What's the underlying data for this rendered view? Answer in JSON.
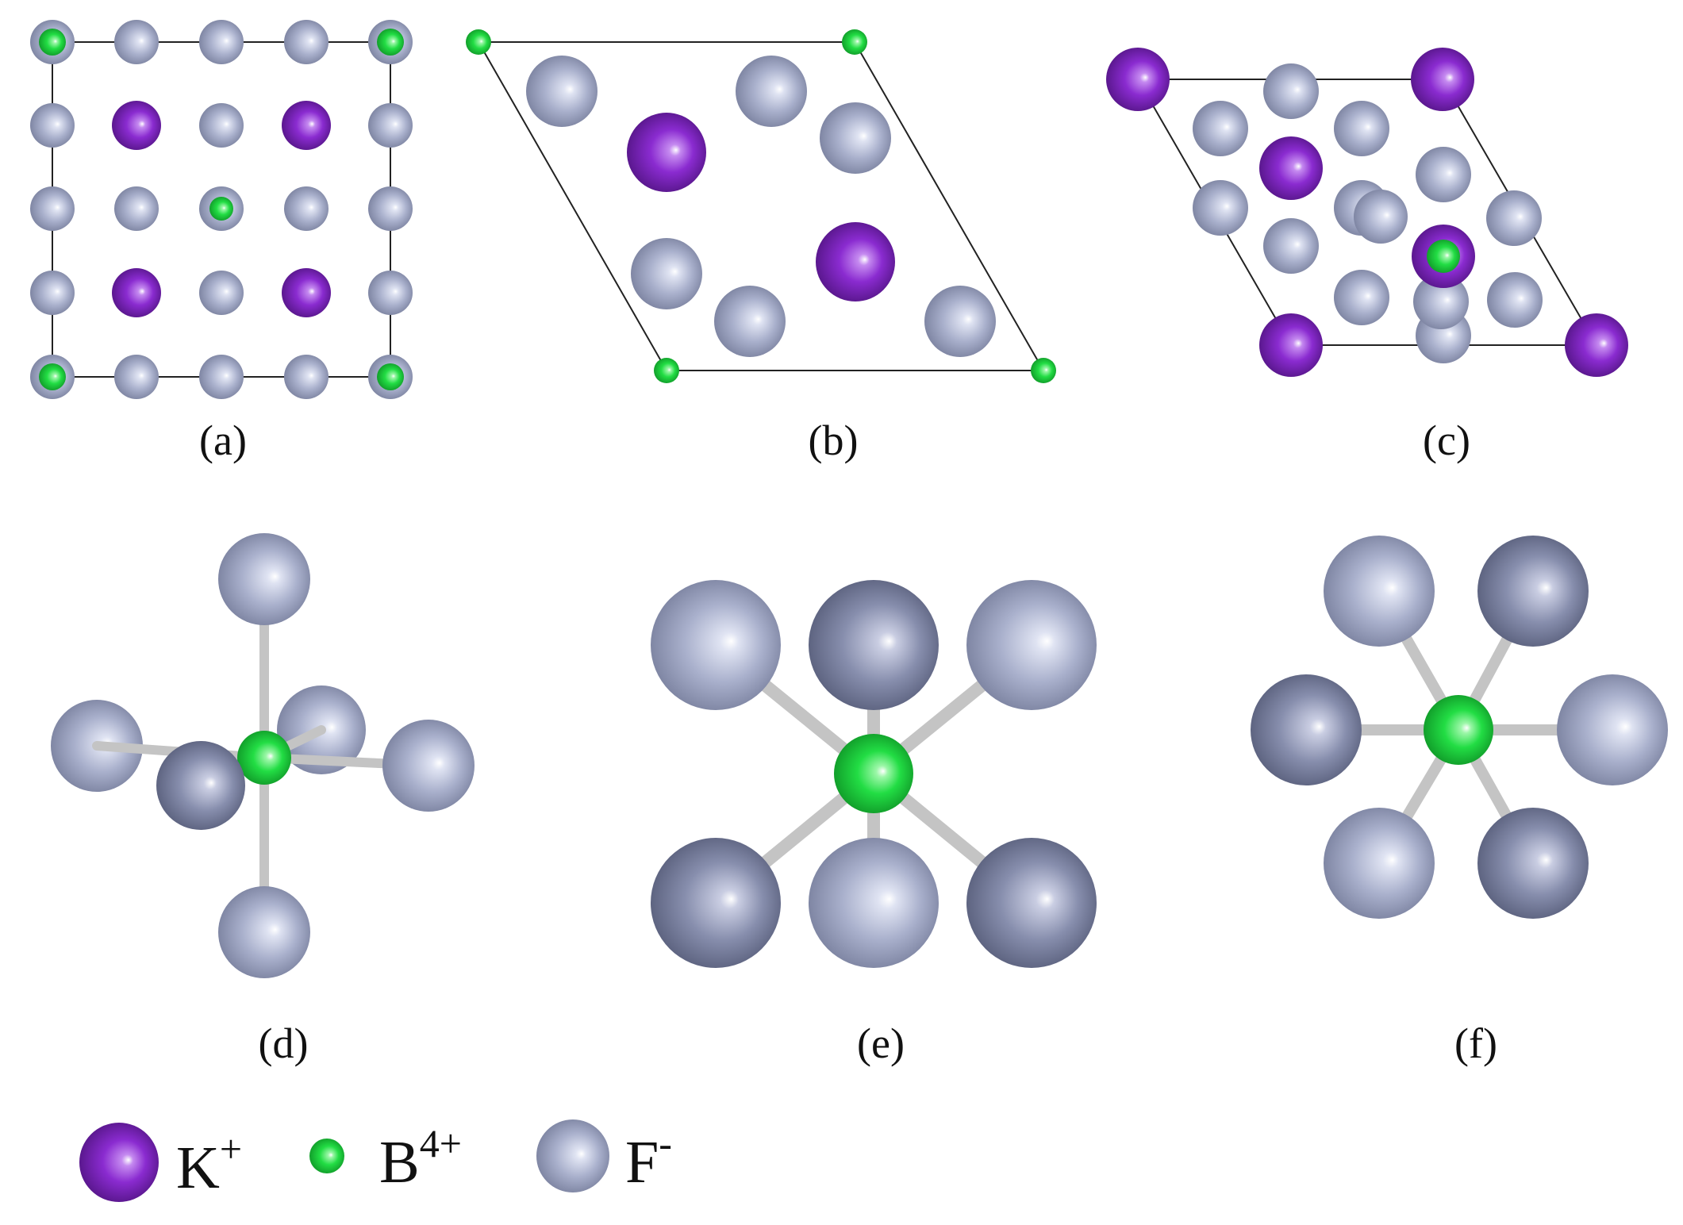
{
  "panels": [
    {
      "id": "a",
      "label": "(a)"
    },
    {
      "id": "b",
      "label": "(b)"
    },
    {
      "id": "c",
      "label": "(c)"
    },
    {
      "id": "d",
      "label": "(d)"
    },
    {
      "id": "e",
      "label": "(e)"
    },
    {
      "id": "f",
      "label": "(f)"
    }
  ],
  "legend": [
    {
      "id": "k",
      "base": "K",
      "sup": "+",
      "color": "#8a2bd0",
      "icon": "purple-sphere-icon"
    },
    {
      "id": "b",
      "base": "B",
      "sup": "4+",
      "color": "#22dd44",
      "icon": "green-sphere-icon"
    },
    {
      "id": "f",
      "base": "F",
      "sup": "-",
      "color": "#a9b0cc",
      "icon": "gray-sphere-icon"
    }
  ],
  "colors": {
    "potassium": "#8a2bd0",
    "b_site": "#22dd44",
    "fluorine": "#a9b0cc",
    "fluorine_dark": "#7f86a8",
    "bond": "#c4c4c4",
    "cell_line": "#222222"
  }
}
